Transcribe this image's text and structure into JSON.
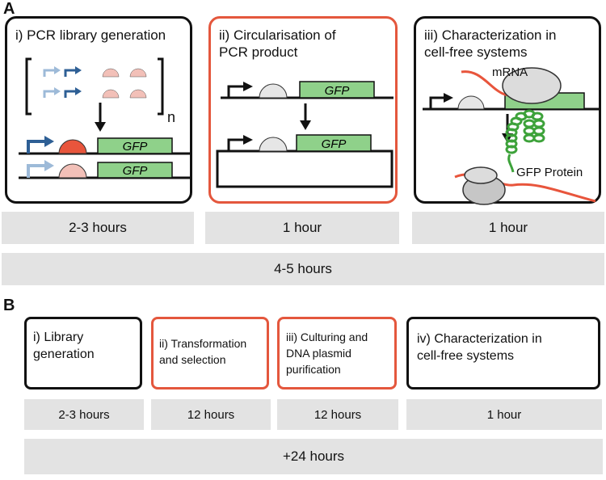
{
  "panel_a": {
    "letter": "A",
    "boxes": [
      {
        "title": "i) PCR library generation",
        "time": "2-3 hours"
      },
      {
        "title": "ii) Circularisation of\nPCR product",
        "time": "1 hour"
      },
      {
        "title": "iii) Characterization in\ncell-free systems",
        "time": "1 hour"
      }
    ],
    "total_time": "4-5 hours",
    "gfp_label": "GFP",
    "subscript_n": "n",
    "mrna_label": "mRNA",
    "protein_label": "GFP Protein"
  },
  "panel_b": {
    "letter": "B",
    "boxes": [
      {
        "title": "i) Library\ngeneration",
        "time": "2-3 hours"
      },
      {
        "title": "ii) Transformation\nand selection",
        "time": "12 hours"
      },
      {
        "title": "iii) Culturing and\nDNA plasmid\npurification",
        "time": "12 hours"
      },
      {
        "title": "iv) Characterization in\ncell-free systems",
        "time": "1 hour"
      }
    ],
    "total_time": "+24 hours"
  },
  "colors": {
    "outline_red": "#e4573d",
    "gfp_green": "#8fd18a",
    "time_gray": "#e3e3e3",
    "promoter_dark_blue": "#2e5f95",
    "promoter_light_blue": "#9dbad8",
    "rbs_red": "#e8553c",
    "rbs_pink": "#f2c0b8"
  }
}
